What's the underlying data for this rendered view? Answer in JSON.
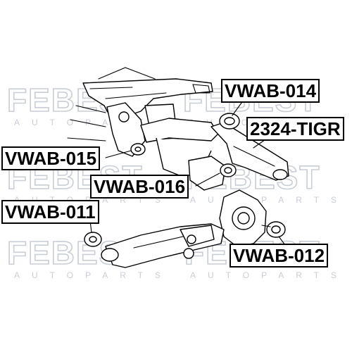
{
  "watermark": {
    "logo_text": "FEBEST",
    "tagline": "AUTOPARTS"
  },
  "labels": {
    "vwab_014": "VWAB-014",
    "tigr_2324": "2324-TIGR",
    "vwab_015": "VWAB-015",
    "vwab_016": "VWAB-016",
    "vwab_011": "VWAB-011",
    "vwab_012": "VWAB-012"
  }
}
